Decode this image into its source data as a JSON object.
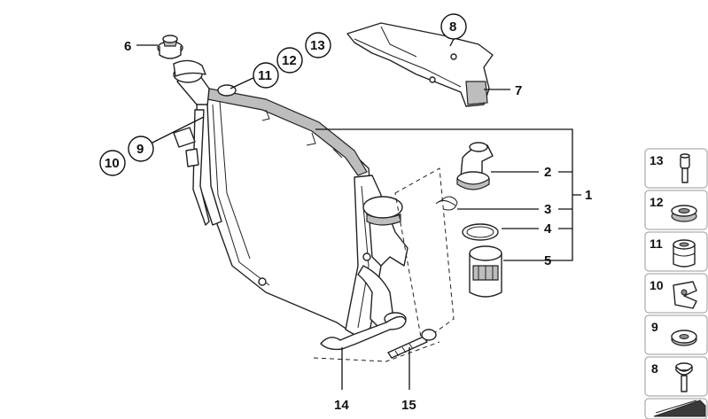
{
  "callouts": {
    "c1": "1",
    "c2": "2",
    "c3": "3",
    "c4": "4",
    "c5": "5",
    "c6": "6",
    "c7": "7",
    "c8": "8",
    "c9": "9",
    "c10": "10",
    "c11": "11",
    "c12": "12",
    "c13": "13",
    "c14": "14",
    "c15": "15"
  },
  "side_panel": [
    {
      "label": "13",
      "icon": "plug-bolt-icon"
    },
    {
      "label": "12",
      "icon": "grommet-icon"
    },
    {
      "label": "11",
      "icon": "rubber-mount-icon"
    },
    {
      "label": "10",
      "icon": "clip-nut-icon"
    },
    {
      "label": "9",
      "icon": "washer-icon"
    },
    {
      "label": "8",
      "icon": "expanding-rivet-icon"
    },
    {
      "label": "",
      "icon": "page-arrow-icon"
    }
  ]
}
